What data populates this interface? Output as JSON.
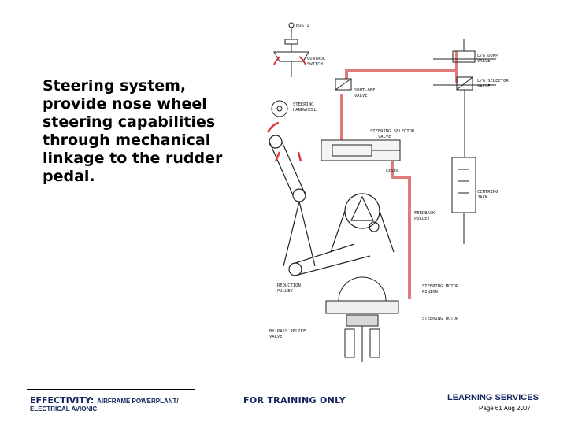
{
  "slide": {
    "body_text": "Steering system, provide nose wheel steering capabilities through mechanical linkage to the rudder pedal."
  },
  "diagram": {
    "labels": {
      "bus": "BUS 1",
      "control_switch_1": "CONTROL",
      "control_switch_2": "SWITCH",
      "lg_dump_1": "L/G DUMP",
      "lg_dump_2": "VALVE",
      "lg_selector_1": "L/G SELECTOR",
      "lg_selector_2": "VALVE",
      "shutoff_1": "SHUT-OFF",
      "shutoff_2": "VALVE",
      "handwheel_1": "STEERING",
      "handwheel_2": "HANDWHEEL",
      "selector_1": "STEERING SELECTOR",
      "selector_2": "VALVE",
      "lever": "LEVER",
      "centring_1": "CENTRING",
      "centring_2": "JACK",
      "feedback_1": "FEEDBACK",
      "feedback_2": "PULLEY",
      "reduction_1": "REDUCTION",
      "reduction_2": "PULLEY",
      "motor_pinion_1": "STEERING MOTOR",
      "motor_pinion_2": "PINION",
      "motor": "STEERING MOTOR",
      "bypass_1": "BY-PASS RELIEF",
      "bypass_2": "VALVE"
    }
  },
  "footer": {
    "effectivity_label": "EFFECTIVITY:",
    "effectivity_value": "AIRFRAME POWERPLANT/",
    "effectivity_value2": "ELECTRICAL AVIONIC",
    "training": "FOR TRAINING ONLY",
    "learning": "LEARNING SERVICES",
    "page": "Page 61 Aug 2007"
  },
  "colors": {
    "accent_red": "#e07b7b",
    "arrow_red": "#d63a3a",
    "footer_blue": "#13235b"
  }
}
